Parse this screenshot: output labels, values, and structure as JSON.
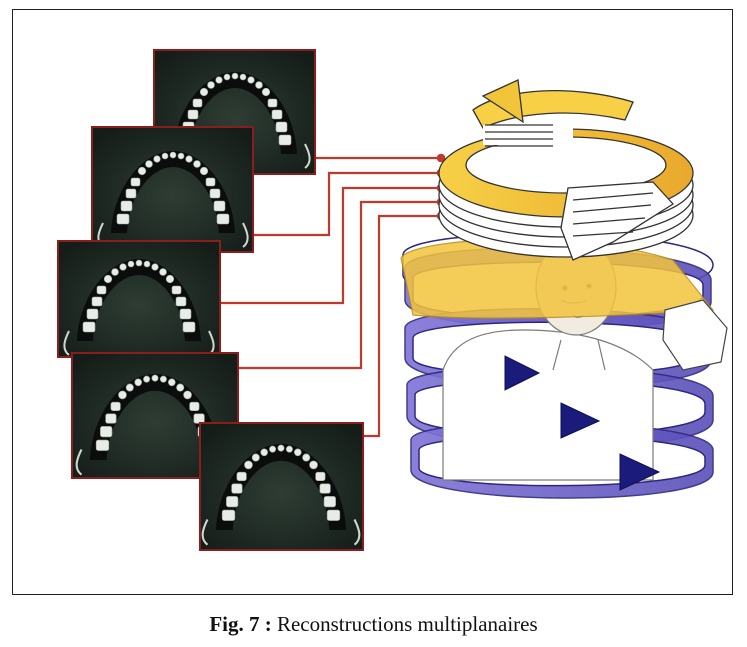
{
  "figure": {
    "label": "Fig. 7 :",
    "caption": "Reconstructions multiplanaires"
  },
  "colors": {
    "frame_border": "#222222",
    "slice_border": "#8b1d1d",
    "slice_bg": "#1e2a24",
    "connector": "#c0392b",
    "upper_ring": "#f3c43c",
    "lower_ring": "#6a5fc7",
    "arrowhead": "#1a1b7a"
  },
  "icons": [
    "jaw-axial-slice",
    "multiplanar-ring-arrows",
    "patient-head",
    "spiral-acquisition-arrows"
  ]
}
